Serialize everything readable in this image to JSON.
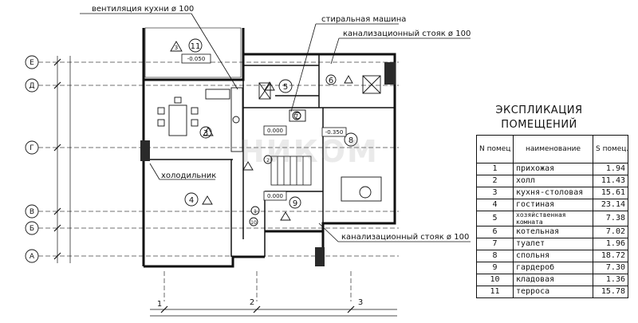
{
  "callouts": {
    "kitchen_vent": "вентиляция кухни ø 100",
    "washing_machine": "стиральная машина",
    "sewer_riser_top": "канализационный стояк ø 100",
    "sewer_riser_bottom": "канализационный стояк ø 100",
    "fridge": "холодильник"
  },
  "axes": {
    "letters": [
      "Е",
      "Д",
      "Г",
      "В",
      "Б",
      "А"
    ],
    "numbers": [
      "1",
      "2",
      "3"
    ]
  },
  "levels": {
    "terrace": "-0.050",
    "main": "0.000",
    "boiler": "-0.350",
    "lower": "0.000"
  },
  "explication": {
    "title_line1": "ЭКСПЛИКАЦИЯ",
    "title_line2": "ПОМЕЩЕНИЙ",
    "headers": {
      "num": "N помец",
      "name": "наименование",
      "area": "S помец. м²"
    },
    "rows": [
      {
        "num": "1",
        "name": "прихожая",
        "area": "1.94"
      },
      {
        "num": "2",
        "name": "холл",
        "area": "11.43"
      },
      {
        "num": "3",
        "name": "кухня-столовая",
        "area": "15.61"
      },
      {
        "num": "4",
        "name": "гостиная",
        "area": "23.14"
      },
      {
        "num": "5",
        "name": "хозяйственная комната",
        "area": "7.38"
      },
      {
        "num": "6",
        "name": "котельная",
        "area": "7.02"
      },
      {
        "num": "7",
        "name": "туалет",
        "area": "1.96"
      },
      {
        "num": "8",
        "name": "спольня",
        "area": "18.72"
      },
      {
        "num": "9",
        "name": "гардероб",
        "area": "7.30"
      },
      {
        "num": "10",
        "name": "кладовая",
        "area": "1.36"
      },
      {
        "num": "11",
        "name": "терроса",
        "area": "15.78"
      }
    ]
  },
  "colors": {
    "ink": "#111111",
    "wall_fill": "#2a2a2a"
  }
}
